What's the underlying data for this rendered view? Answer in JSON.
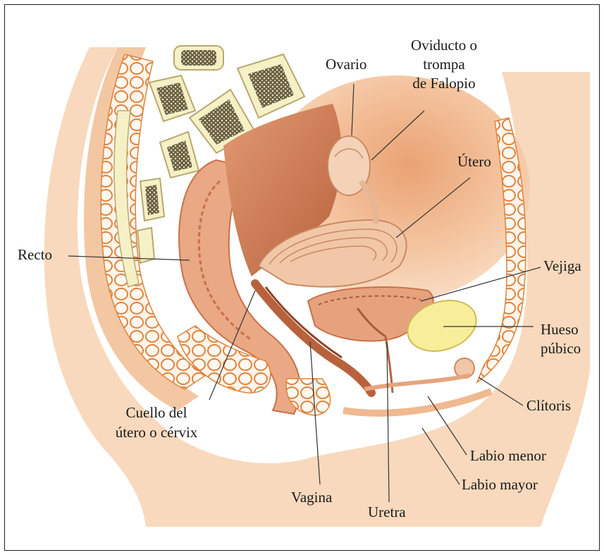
{
  "diagram": {
    "labels": {
      "ovario": "Ovario",
      "oviducto_line1": "Oviducto o",
      "oviducto_line2": "trompa",
      "oviducto_line3": "de Falopio",
      "utero": "Útero",
      "recto": "Recto",
      "vejiga": "Vejiga",
      "hueso_line1": "Hueso",
      "hueso_line2": "púbico",
      "clitoris": "Clítoris",
      "cuello_line1": "Cuello del",
      "cuello_line2": "útero o cérvix",
      "labio_menor": "Labio menor",
      "labio_mayor": "Labio mayor",
      "vagina": "Vagina",
      "uretra": "Uretra"
    },
    "colors": {
      "skin": "#f7d3b3",
      "skin_dark": "#ecb48d",
      "bone": "#f6f0c6",
      "bone_marrow": "#5b5440",
      "muscle": "#c9754e",
      "muscle_light": "#e8a37e",
      "fat_outline": "#d9772f",
      "pubic_bone": "#f8ee9a",
      "leader_line": "#333333"
    }
  }
}
